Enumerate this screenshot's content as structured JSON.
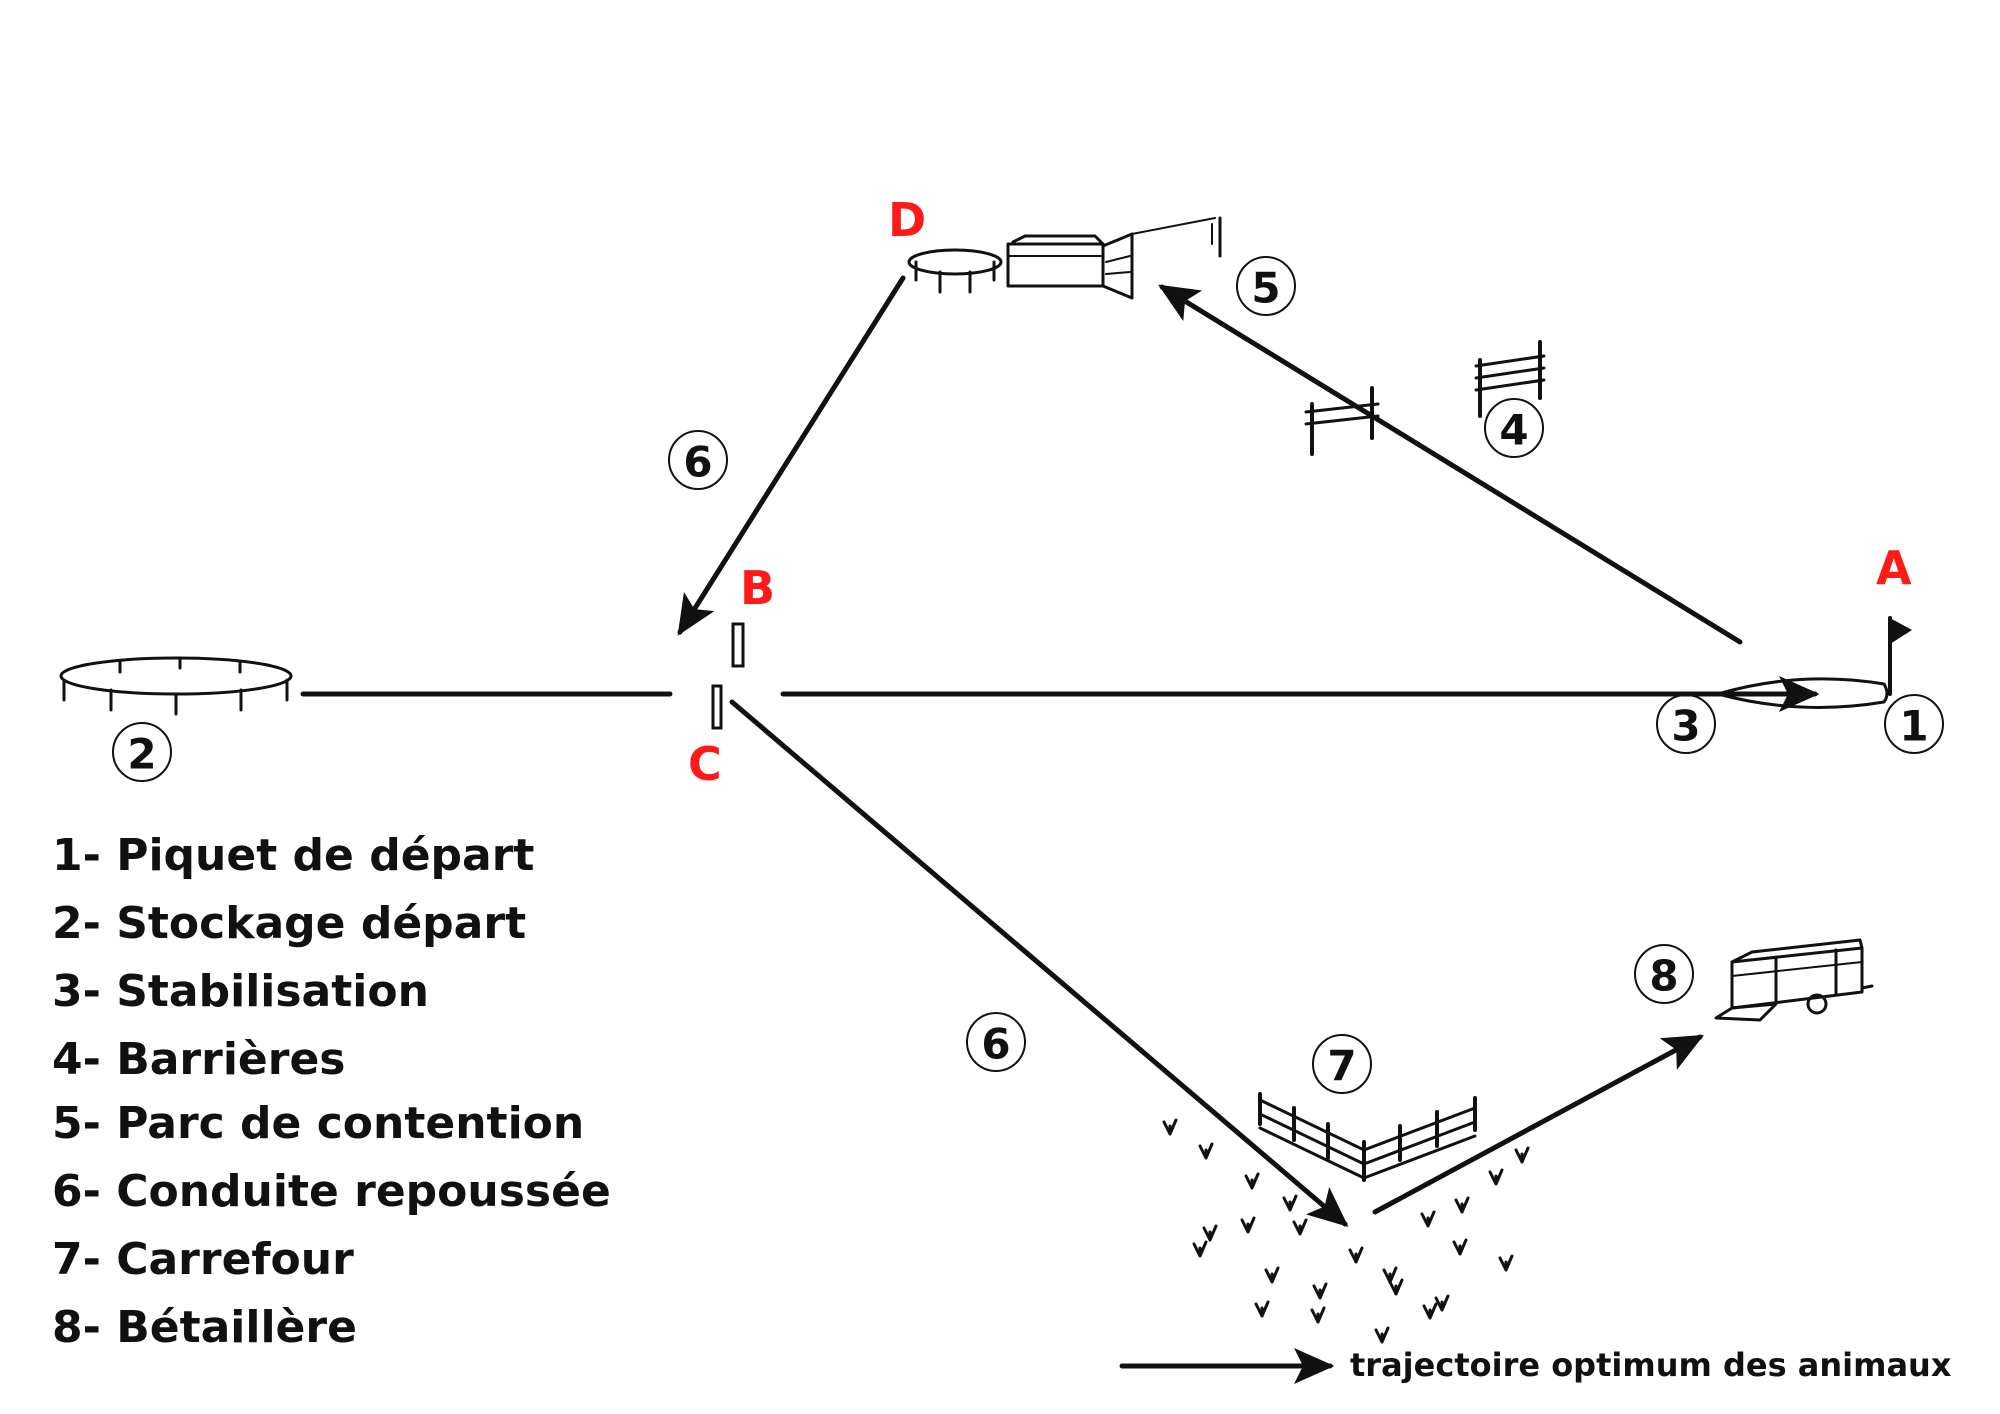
{
  "points": {
    "A": "A",
    "B": "B",
    "C": "C",
    "D": "D"
  },
  "markers": {
    "m1": "1",
    "m2": "2",
    "m3": "3",
    "m4": "4",
    "m5": "5",
    "m6a": "6",
    "m6b": "6",
    "m7": "7",
    "m8": "8"
  },
  "legend": [
    "1- Piquet de départ",
    "2- Stockage départ",
    "3- Stabilisation",
    "4- Barrières",
    "5- Parc de contention",
    "6- Conduite repoussée",
    "7- Carrefour",
    "8- Bétaillère"
  ],
  "key": {
    "label": "trajectoire optimum des animaux"
  },
  "colors": {
    "ink": "#111111",
    "point_label": "#ff1a1a",
    "background": "#ffffff"
  }
}
